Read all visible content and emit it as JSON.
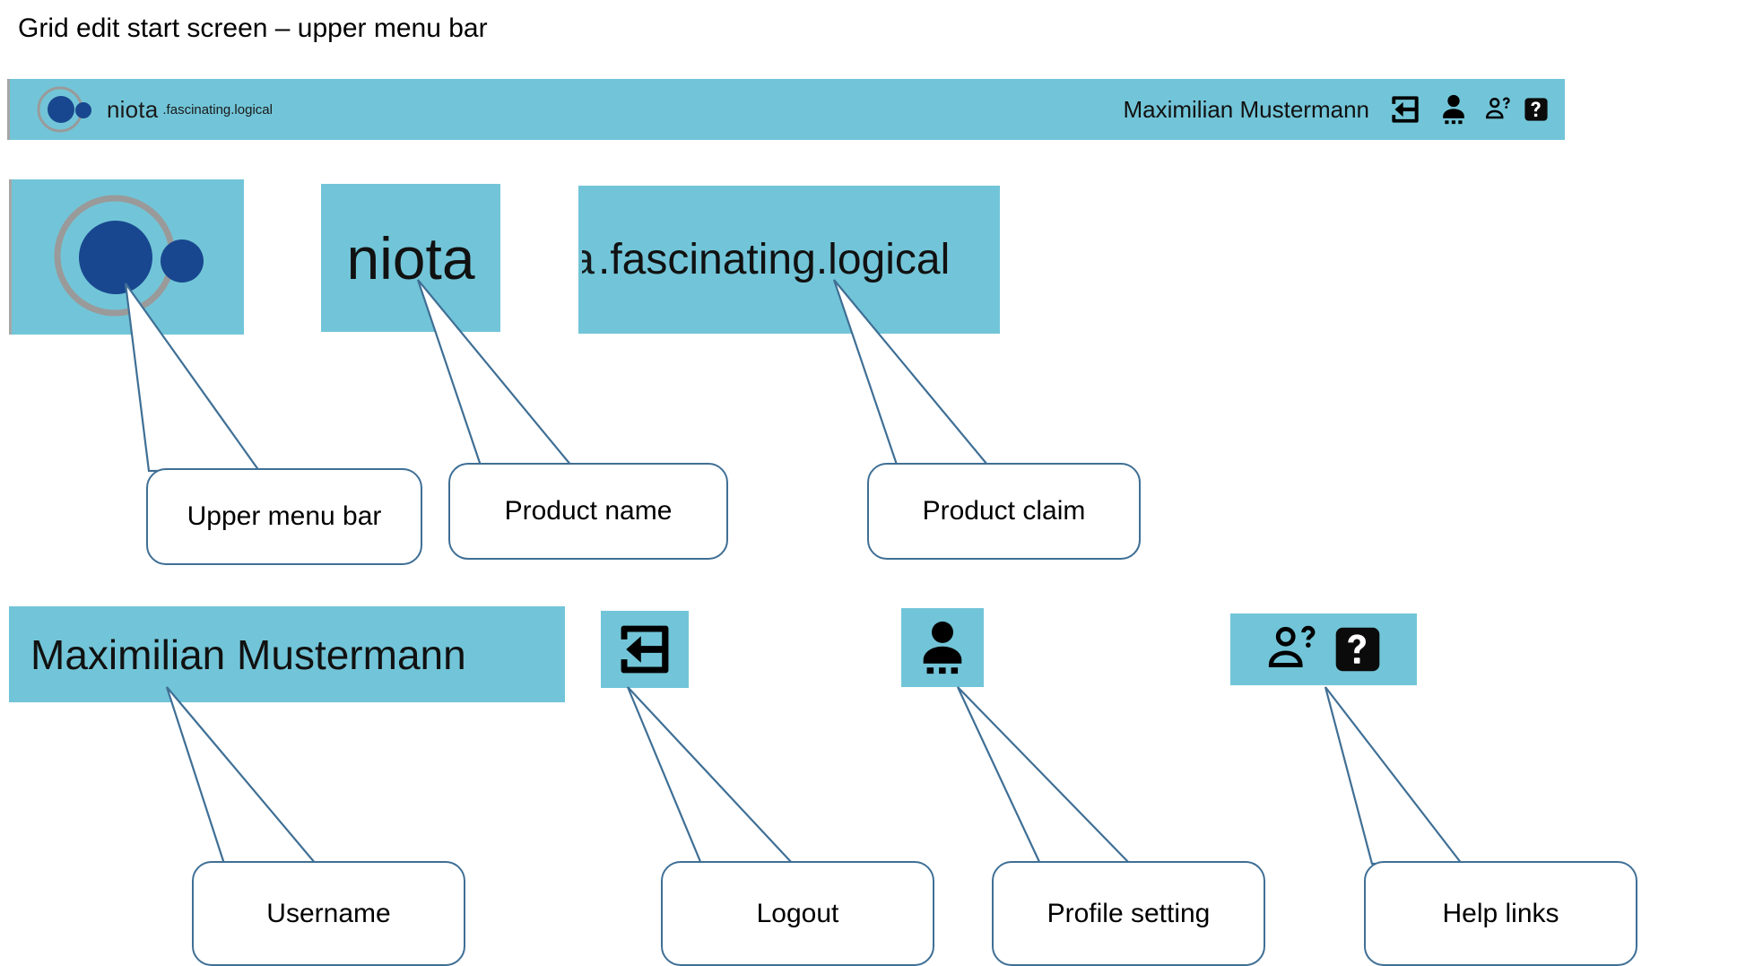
{
  "slide": {
    "title": "Grid edit start screen – upper menu bar"
  },
  "colors": {
    "bar_background": "#72c5d8",
    "logo_blue": "#18478f",
    "logo_ring": "#9a9a9a",
    "callout_border": "#3f6f95",
    "icon_black": "#000000",
    "left_rule": "#a6a6a6"
  },
  "menubar": {
    "brand_name": "niota",
    "brand_claim": ".fascinating.logical",
    "user_name": "Maximilian Mustermann",
    "icons": [
      {
        "name": "logout-icon",
        "title": "Logout"
      },
      {
        "name": "profile-setting-icon",
        "title": "Profile setting"
      },
      {
        "name": "person-help-icon",
        "title": "Help"
      },
      {
        "name": "question-mark-icon",
        "title": "Help"
      }
    ]
  },
  "crops": {
    "logo": {
      "name": "logo-crop"
    },
    "product_name": {
      "text": "niota"
    },
    "product_claim": {
      "text_partial": "a",
      "text": ".fascinating.logical"
    },
    "username": {
      "text": "Maximilian Mustermann"
    },
    "logout": {
      "name": "logout-crop"
    },
    "profile": {
      "name": "profile-crop"
    },
    "help": {
      "name": "help-crop"
    }
  },
  "callouts": [
    {
      "id": "upper-menu-bar",
      "label": "Upper menu bar"
    },
    {
      "id": "product-name",
      "label": "Product name"
    },
    {
      "id": "product-claim",
      "label": "Product claim"
    },
    {
      "id": "username",
      "label": "Username"
    },
    {
      "id": "logout",
      "label": "Logout"
    },
    {
      "id": "profile-setting",
      "label": "Profile setting"
    },
    {
      "id": "help-links",
      "label": "Help links"
    }
  ]
}
